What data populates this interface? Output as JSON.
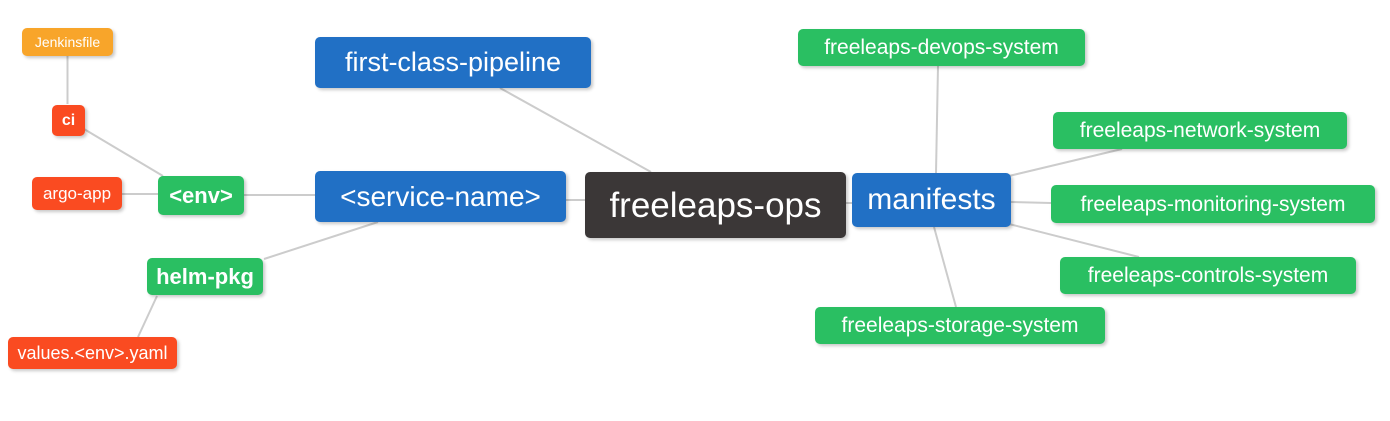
{
  "diagram": {
    "type": "mindmap",
    "background": "#ffffff",
    "connector_color": "#cccccc",
    "palette": {
      "blue": "#2170c5",
      "green": "#2abf62",
      "red": "#fa4b21",
      "orange": "#f8a52a",
      "dark": "#3b3737",
      "node_text": "#ffffff"
    },
    "root": "freeleaps-ops",
    "nodes": [
      {
        "id": "jenkinsfile",
        "label": "Jenkinsfile",
        "color": "orange"
      },
      {
        "id": "ci",
        "label": "ci",
        "color": "red"
      },
      {
        "id": "argo-app",
        "label": "argo-app",
        "color": "red"
      },
      {
        "id": "env",
        "label": "<env>",
        "color": "green"
      },
      {
        "id": "helm-pkg",
        "label": "helm-pkg",
        "color": "green"
      },
      {
        "id": "values-env-yaml",
        "label": "values.<env>.yaml",
        "color": "red"
      },
      {
        "id": "first-class-pipeline",
        "label": "first-class-pipeline",
        "color": "blue"
      },
      {
        "id": "service-name",
        "label": "<service-name>",
        "color": "blue"
      },
      {
        "id": "freeleaps-ops",
        "label": "freeleaps-ops",
        "color": "dark"
      },
      {
        "id": "manifests",
        "label": "manifests",
        "color": "blue"
      },
      {
        "id": "freeleaps-devops-system",
        "label": "freeleaps-devops-system",
        "color": "green"
      },
      {
        "id": "freeleaps-network-system",
        "label": "freeleaps-network-system",
        "color": "green"
      },
      {
        "id": "freeleaps-monitoring-system",
        "label": "freeleaps-monitoring-system",
        "color": "green"
      },
      {
        "id": "freeleaps-controls-system",
        "label": "freeleaps-controls-system",
        "color": "green"
      },
      {
        "id": "freeleaps-storage-system",
        "label": "freeleaps-storage-system",
        "color": "green"
      }
    ],
    "edges": [
      {
        "from": "jenkinsfile",
        "to": "ci"
      },
      {
        "from": "ci",
        "to": "env"
      },
      {
        "from": "argo-app",
        "to": "env"
      },
      {
        "from": "env",
        "to": "service-name"
      },
      {
        "from": "helm-pkg",
        "to": "service-name"
      },
      {
        "from": "values-env-yaml",
        "to": "helm-pkg"
      },
      {
        "from": "first-class-pipeline",
        "to": "freeleaps-ops"
      },
      {
        "from": "service-name",
        "to": "freeleaps-ops"
      },
      {
        "from": "freeleaps-ops",
        "to": "manifests"
      },
      {
        "from": "manifests",
        "to": "freeleaps-devops-system"
      },
      {
        "from": "manifests",
        "to": "freeleaps-network-system"
      },
      {
        "from": "manifests",
        "to": "freeleaps-monitoring-system"
      },
      {
        "from": "manifests",
        "to": "freeleaps-controls-system"
      },
      {
        "from": "manifests",
        "to": "freeleaps-storage-system"
      }
    ]
  }
}
